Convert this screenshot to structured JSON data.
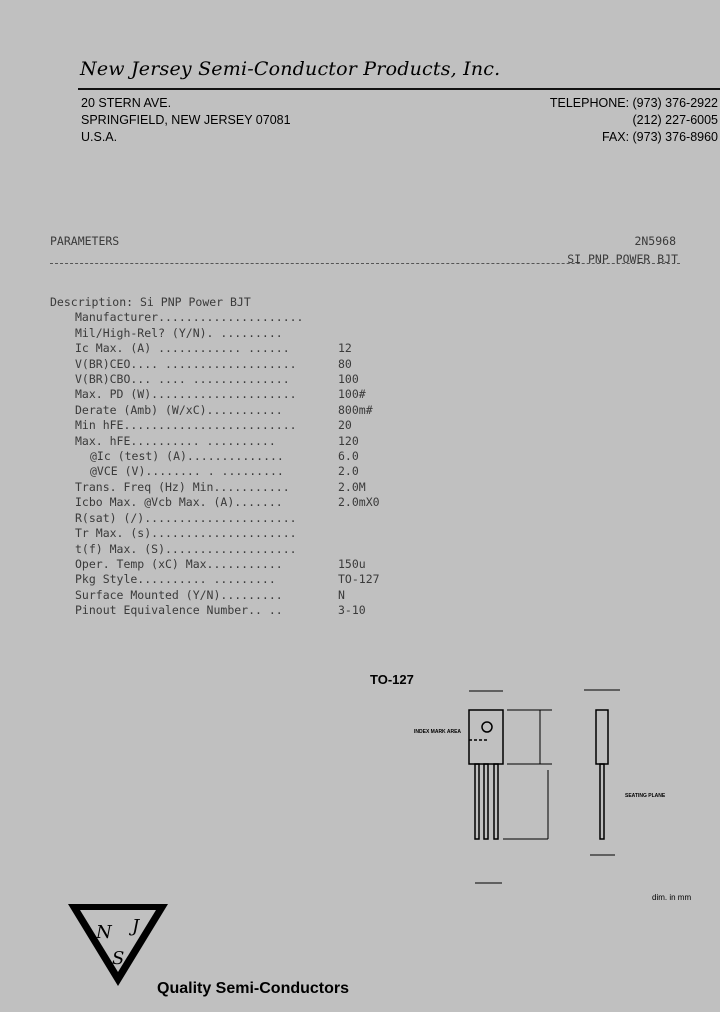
{
  "header": {
    "company": "New Jersey Semi-Conductor Products, Inc.",
    "address": [
      "20 STERN AVE.",
      "SPRINGFIELD, NEW JERSEY 07081",
      "U.S.A."
    ],
    "contact": [
      "TELEPHONE: (973) 376-2922",
      "(212) 227-6005",
      "FAX: (973) 376-8960"
    ]
  },
  "section": {
    "title": "PARAMETERS",
    "part_number": "2N5968",
    "subtitle": "SI PNP POWER BJT"
  },
  "parameters": [
    {
      "label": "Description: Si PNP Power BJT",
      "value": "",
      "indent": 0
    },
    {
      "label": "Manufacturer.....................",
      "value": "",
      "indent": 1
    },
    {
      "label": "Mil/High-Rel? (Y/N). .........",
      "value": "",
      "indent": 1
    },
    {
      "label": "Ic Max. (A) ............ ......",
      "value": "12",
      "indent": 1
    },
    {
      "label": "V(BR)CEO.... ...................",
      "value": "80",
      "indent": 1
    },
    {
      "label": "V(BR)CBO... .... ..............",
      "value": "100",
      "indent": 1
    },
    {
      "label": "Max. PD (W).....................",
      "value": "100#",
      "indent": 1
    },
    {
      "label": "Derate (Amb) (W/xC)...........",
      "value": "800m#",
      "indent": 1
    },
    {
      "label": "Min hFE.........................",
      "value": "20",
      "indent": 1
    },
    {
      "label": "Max. hFE.......... ..........",
      "value": "120",
      "indent": 1
    },
    {
      "label": "@Ic (test) (A)..............",
      "value": "6.0",
      "indent": 2
    },
    {
      "label": "@VCE (V)........ . .........",
      "value": "2.0",
      "indent": 2
    },
    {
      "label": "Trans. Freq (Hz) Min...........",
      "value": "2.0M",
      "indent": 1
    },
    {
      "label": "Icbo Max. @Vcb Max. (A).......",
      "value": "2.0mX0",
      "indent": 1
    },
    {
      "label": "R(sat) (/)......................",
      "value": "",
      "indent": 1
    },
    {
      "label": "Tr Max. (s).....................",
      "value": "",
      "indent": 1
    },
    {
      "label": "t(f) Max. (S)...................",
      "value": "",
      "indent": 1
    },
    {
      "label": "Oper. Temp (xC) Max...........",
      "value": "150u",
      "indent": 1
    },
    {
      "label": "Pkg Style.......... .........",
      "value": "TO-127",
      "indent": 1
    },
    {
      "label": "Surface Mounted (Y/N).........",
      "value": "N",
      "indent": 1
    },
    {
      "label": "Pinout Equivalence Number.. ..",
      "value": "3-10",
      "indent": 1
    }
  ],
  "package": {
    "name": "TO-127",
    "index_mark_label": "INDEX MARK AREA",
    "seating_plane_label": "SEATING PLANE",
    "units_note": "dim. in mm"
  },
  "footer": {
    "logo_letters": "NSJ",
    "tagline": "Quality Semi-Conductors"
  }
}
